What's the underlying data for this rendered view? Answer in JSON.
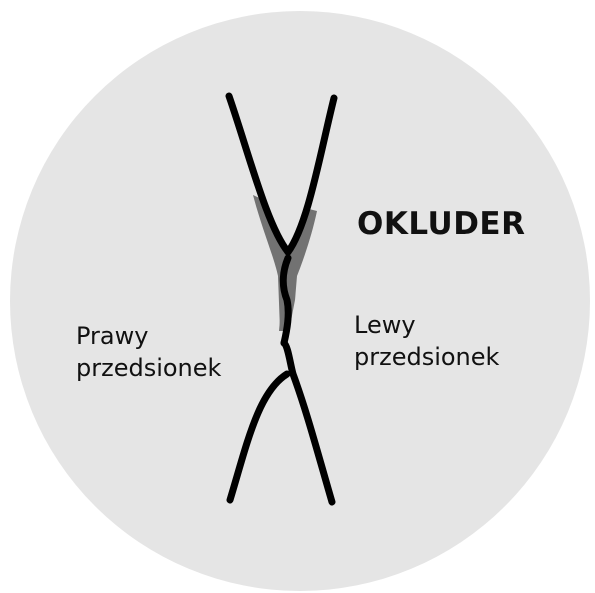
{
  "diagram": {
    "title": "OKLUDER",
    "right_atrium": {
      "line1": "Prawy",
      "line2": "przedsionek"
    },
    "left_atrium": {
      "line1": "Lewy",
      "line2": "przedsionek"
    },
    "colors": {
      "background_circle": "#e5e5e5",
      "septum": "#000000",
      "occluder": "#727272",
      "text": "#111111"
    }
  }
}
